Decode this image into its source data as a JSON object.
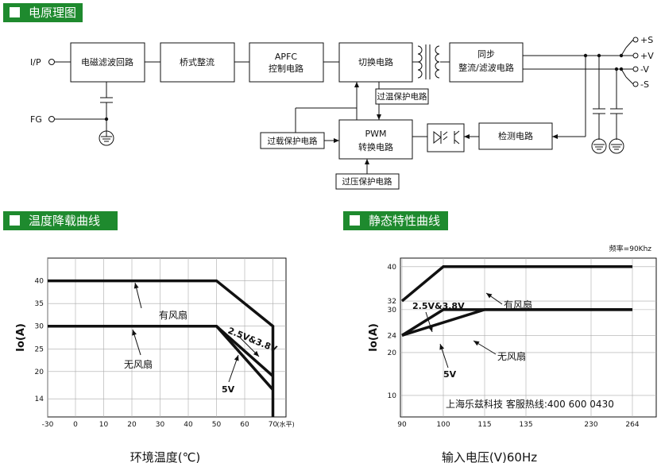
{
  "sections": {
    "schematic_title": "电原理图",
    "derating_title": "温度降载曲线",
    "static_title": "静态特性曲线"
  },
  "schematic": {
    "blocks": {
      "emi_filter": "电磁滤波回路",
      "bridge": "桥式整流",
      "apfc_line1": "APFC",
      "apfc_line2": "控制电路",
      "switch": "切换电路",
      "sync_line1": "同步",
      "sync_line2": "整流/滤波电路",
      "otp": "过温保护电路",
      "olp": "过载保护电路",
      "pwm_line1": "PWM",
      "pwm_line2": "转换电路",
      "ovp": "过压保护电路",
      "detect": "检测电路"
    },
    "terminals": {
      "input": "I/P",
      "ground": "FG",
      "plus_s": "+S",
      "plus_v": "+V",
      "minus_v": "-V",
      "minus_s": "-S"
    }
  },
  "chart_data": [
    {
      "type": "line",
      "xlabel": "环境温度(℃)",
      "ylabel": "Io(A)",
      "xticks": [
        "-30",
        "0",
        "10",
        "20",
        "30",
        "40",
        "50",
        "60",
        "70"
      ],
      "x_unit_note": "(水平)",
      "yticks": [
        "14",
        "20",
        "25",
        "30",
        "35",
        "40"
      ],
      "xlim": [
        -30,
        75
      ],
      "ylim": [
        10,
        45
      ],
      "series": [
        {
          "key": "fan",
          "x": [
            -30,
            50,
            70,
            70
          ],
          "y": [
            40,
            40,
            30,
            10
          ]
        },
        {
          "key": "nofan_hi",
          "x": [
            -30,
            50,
            70
          ],
          "y": [
            30,
            30,
            19
          ]
        },
        {
          "key": "nofan_lo",
          "x": [
            50,
            70
          ],
          "y": [
            30,
            16
          ]
        }
      ],
      "annotations": {
        "fan": "有风扇",
        "nofan": "无风扇",
        "v_hi": "2.5V&3.8V",
        "v_lo": "5V"
      }
    },
    {
      "type": "line",
      "xlabel": "输入电压(V)60Hz",
      "ylabel": "Io(A)",
      "xticks": [
        "90",
        "100",
        "115",
        "135",
        "230",
        "264"
      ],
      "yticks": [
        "10",
        "20",
        "24",
        "30",
        "32",
        "40"
      ],
      "ylim": [
        5,
        42
      ],
      "series": [
        {
          "key": "fan",
          "x": [
            90,
            100,
            264
          ],
          "y": [
            32,
            40,
            40
          ]
        },
        {
          "key": "nofan_hi",
          "x": [
            90,
            100,
            264
          ],
          "y": [
            24,
            30,
            30
          ]
        },
        {
          "key": "nofan_lo",
          "x": [
            90,
            115,
            264
          ],
          "y": [
            24,
            30,
            30
          ]
        }
      ],
      "annotations": {
        "freq": "频率=90Khz",
        "fan": "有风扇",
        "nofan": "无风扇",
        "v_hi": "2.5V&3.8V",
        "v_lo": "5V",
        "hotline": "上海乐兹科技 客服热线:400 600 0430"
      }
    }
  ]
}
